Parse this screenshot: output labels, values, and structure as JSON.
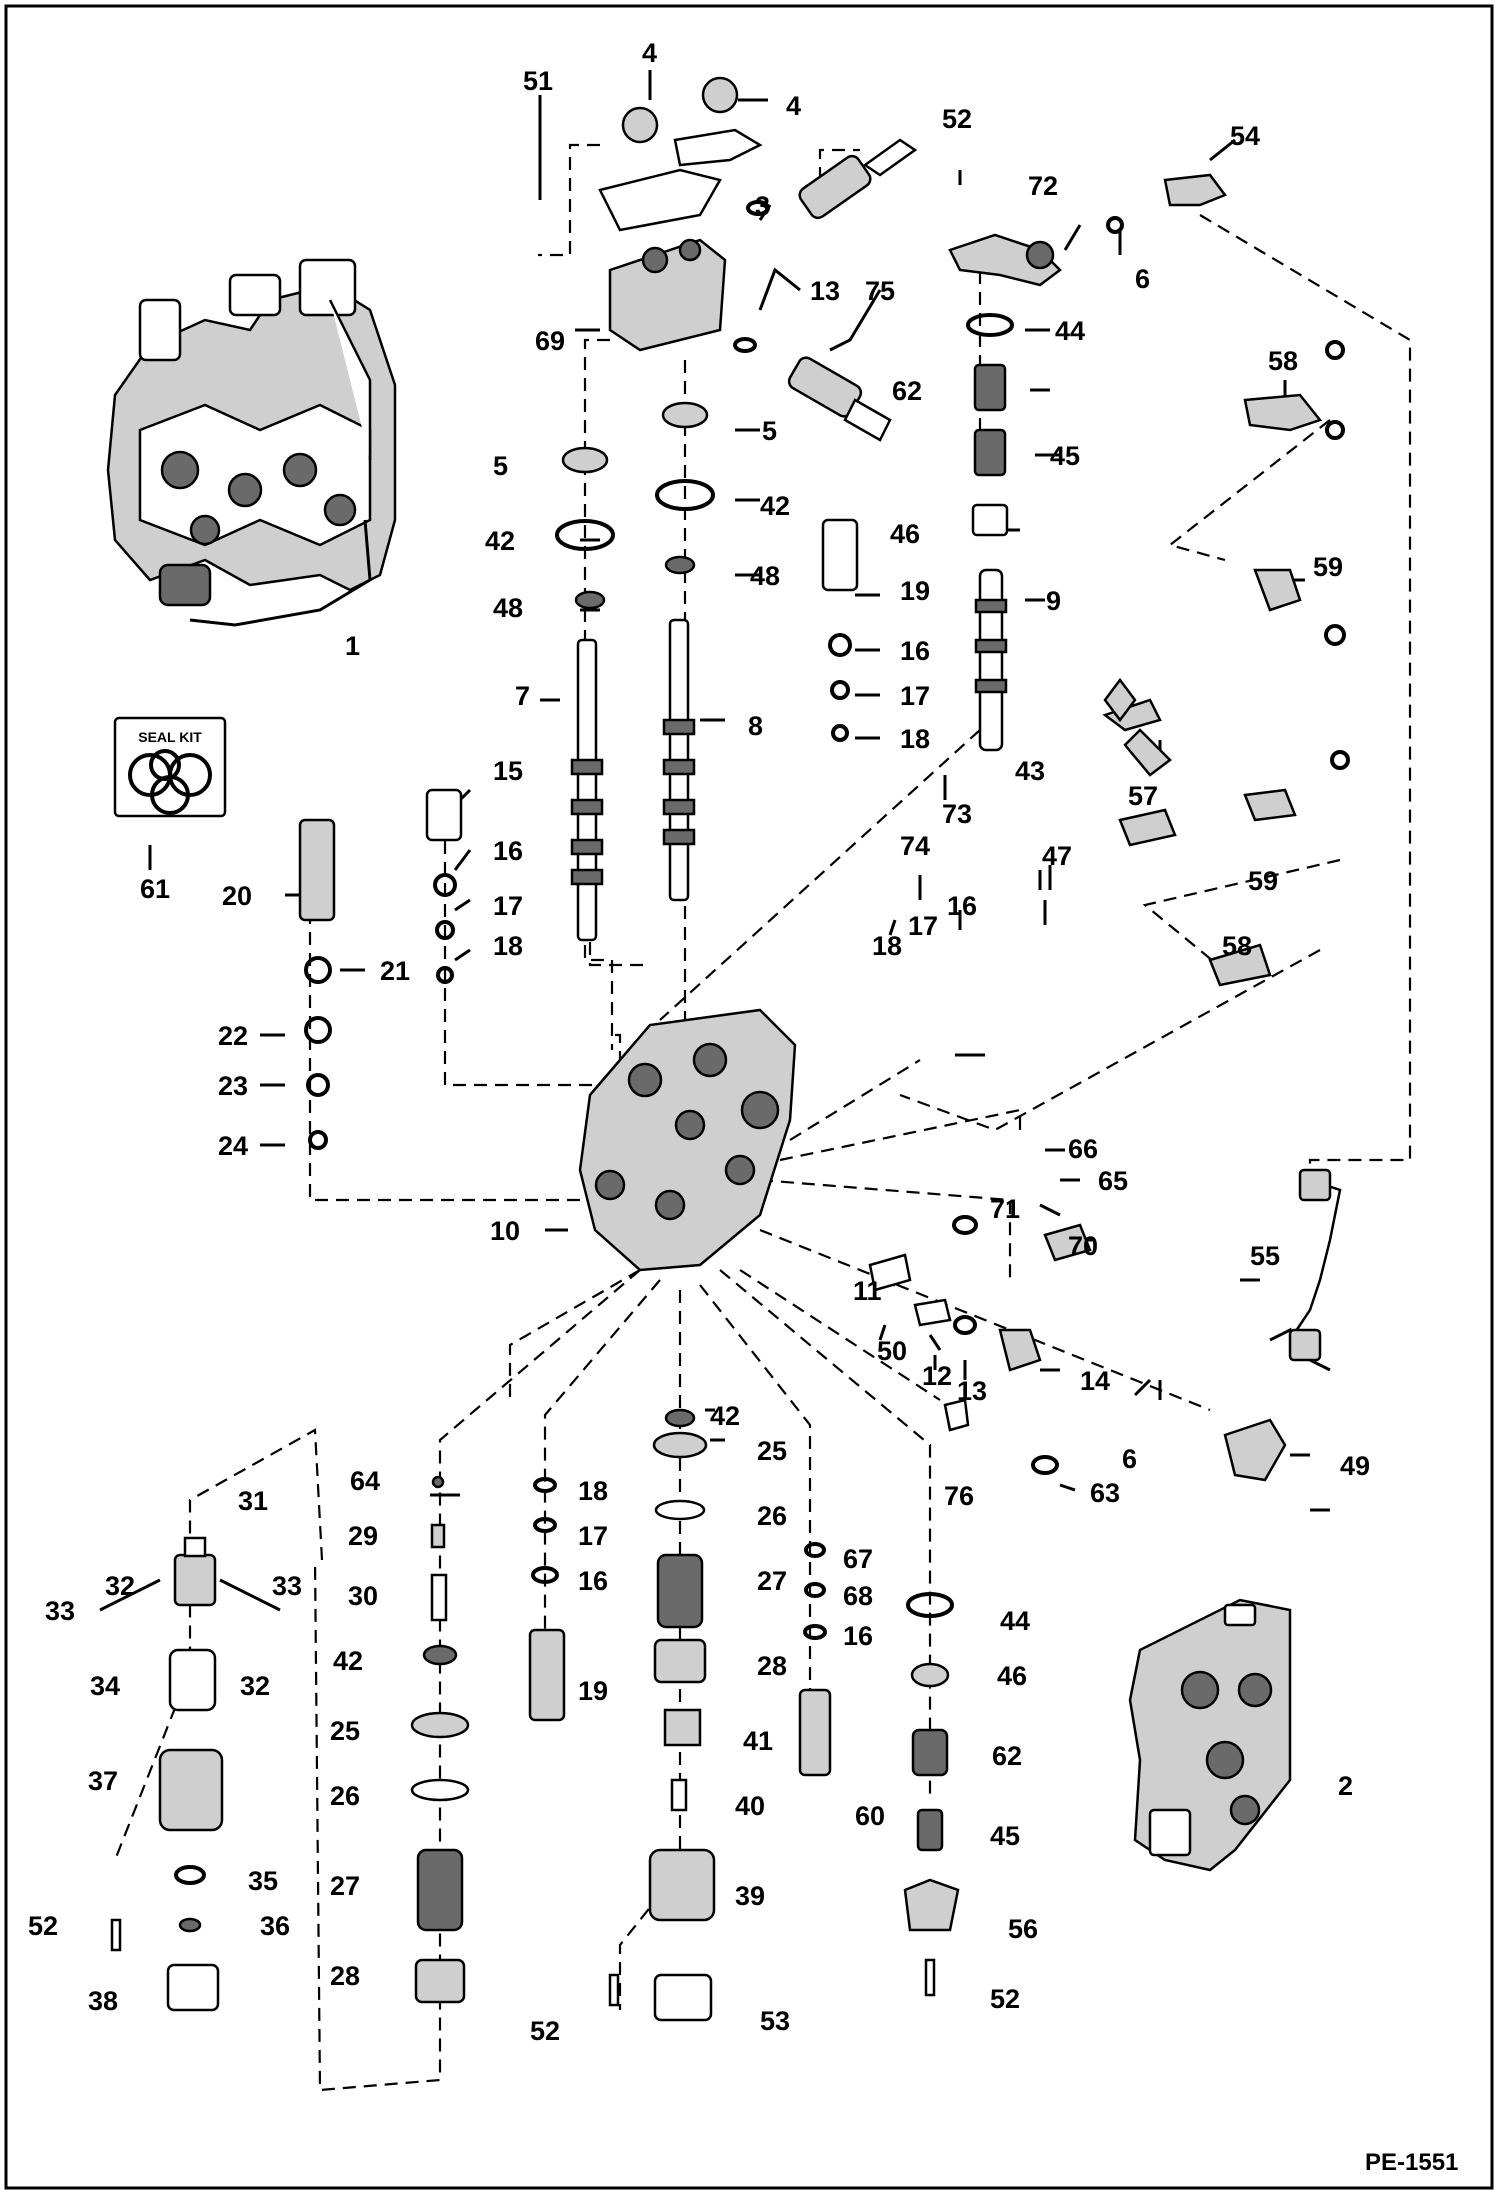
{
  "reference_code": "PE-1551",
  "seal_kit_label": "SEAL KIT",
  "callouts": [
    "1",
    "2",
    "3",
    "4",
    "4",
    "5",
    "5",
    "6",
    "6",
    "7",
    "8",
    "9",
    "10",
    "11",
    "12",
    "13",
    "13",
    "14",
    "15",
    "16",
    "16",
    "16",
    "16",
    "16",
    "17",
    "17",
    "17",
    "17",
    "18",
    "18",
    "18",
    "18",
    "19",
    "19",
    "20",
    "21",
    "22",
    "23",
    "24",
    "25",
    "25",
    "26",
    "26",
    "27",
    "27",
    "28",
    "28",
    "29",
    "30",
    "31",
    "32",
    "32",
    "33",
    "33",
    "34",
    "35",
    "36",
    "37",
    "38",
    "39",
    "40",
    "41",
    "42",
    "42",
    "42",
    "42",
    "43",
    "44",
    "44",
    "45",
    "45",
    "46",
    "46",
    "47",
    "48",
    "48",
    "49",
    "50",
    "51",
    "52",
    "52",
    "52",
    "52",
    "53",
    "54",
    "55",
    "56",
    "57",
    "58",
    "58",
    "59",
    "59",
    "60",
    "61",
    "62",
    "62",
    "63",
    "64",
    "65",
    "66",
    "67",
    "68",
    "69",
    "70",
    "71",
    "72",
    "73",
    "74",
    "75",
    "76"
  ],
  "colors": {
    "line": "#000000",
    "background": "#ffffff",
    "shade": "#cfcfcf"
  }
}
